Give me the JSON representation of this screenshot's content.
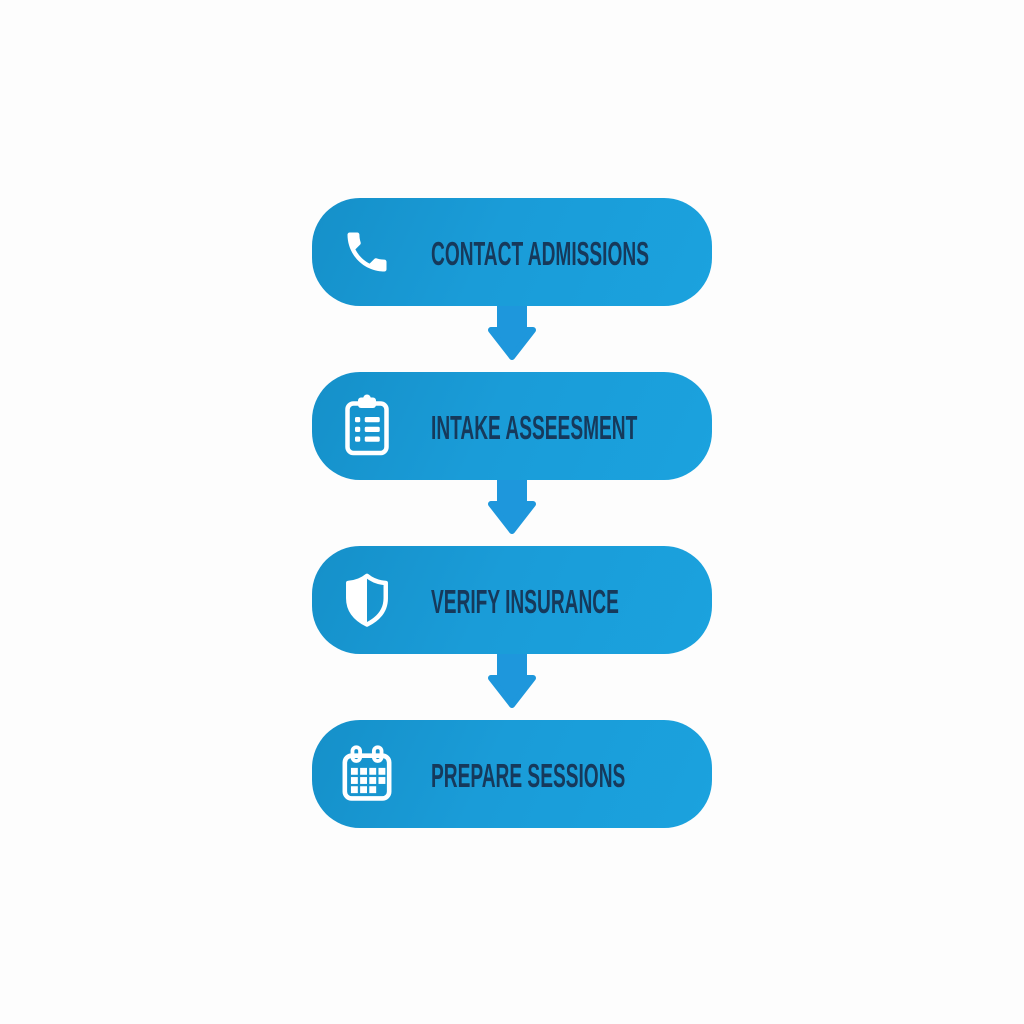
{
  "page": {
    "background_color": "#fdfdfd"
  },
  "flow": {
    "box_color": "#1a9cd8",
    "arrow_color": "#1e97dc",
    "label_color": "#16395b",
    "icon_color": "#ffffff",
    "steps": [
      {
        "label": "CONTACT ADMISSIONS",
        "icon": "phone-icon"
      },
      {
        "label": "INTAKE ASSEESMENT",
        "icon": "clipboard-icon"
      },
      {
        "label": "VERIFY INSURANCE",
        "icon": "shield-icon"
      },
      {
        "label": "PREPARE SESSIONS",
        "icon": "calendar-icon"
      }
    ]
  }
}
